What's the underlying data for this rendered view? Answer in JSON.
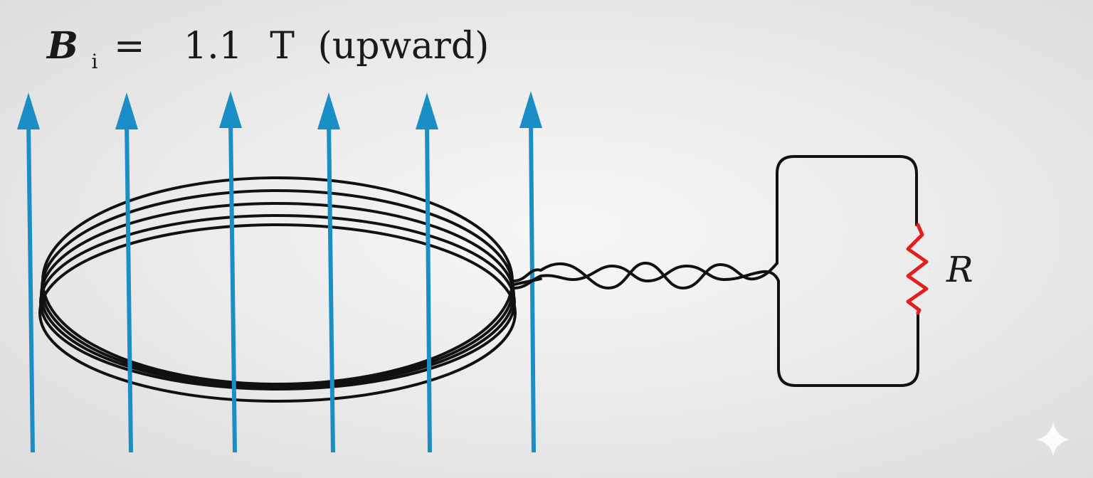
{
  "field": {
    "symbol": "B",
    "subscript": "i",
    "equals": "=",
    "value": "1.1",
    "unit": "T",
    "direction": "(upward)"
  },
  "resistor": {
    "label": "R"
  },
  "colors": {
    "field_line": "#1a8fc6",
    "coil": "#111111",
    "coil_tint": "#6b3a1e",
    "resistor": "#e02020",
    "background": "#e6e6e6"
  },
  "icons": {
    "corner": "sparkle-icon"
  }
}
